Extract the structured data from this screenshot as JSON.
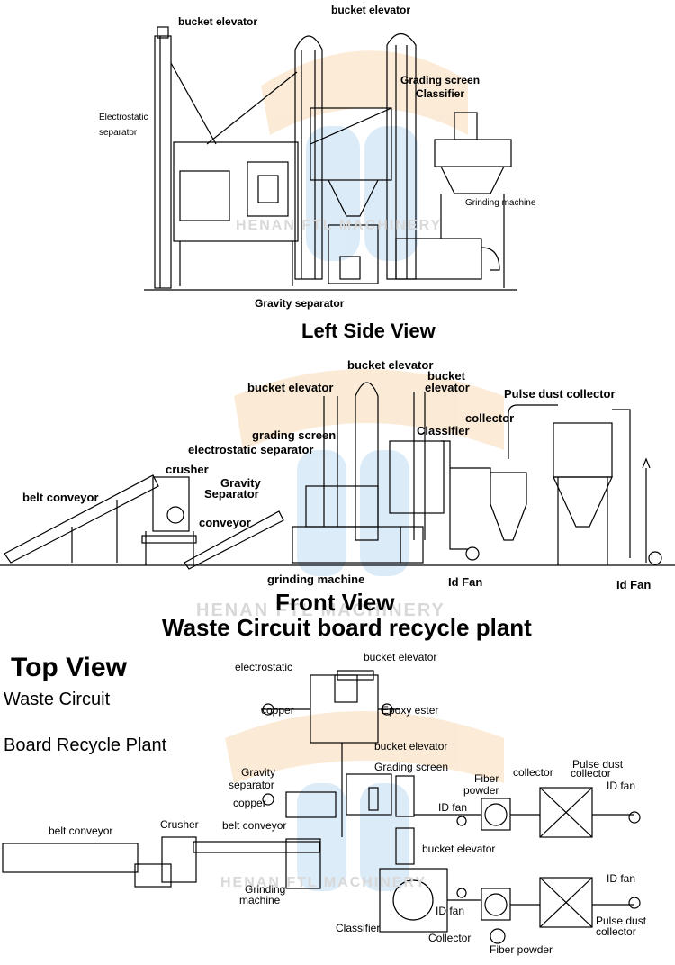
{
  "watermark": "HENAN FTL MACHINERY",
  "left_side_view": {
    "title": "Left Side View",
    "labels": {
      "bucket_elevator_1": "bucket elevator",
      "bucket_elevator_2": "bucket elevator",
      "electrostatic_1": "Electrostatic",
      "electrostatic_2": "separator",
      "grading_screen": "Grading screen",
      "classifier": "Classifier",
      "grinding_machine": "Grinding machine",
      "gravity_separator": "Gravity separator"
    }
  },
  "front_view": {
    "title": "Front View",
    "subtitle": "Waste Circuit board recycle plant",
    "labels": {
      "bucket_elevator_top": "bucket elevator",
      "bucket_elevator_left": "bucket elevator",
      "bucket_elevator_right_1": "bucket",
      "bucket_elevator_right_2": "elevator",
      "pulse_dust_collector": "Pulse dust collector",
      "collector": "collector",
      "classifier": "Classifier",
      "grading_screen": "grading screen",
      "electrostatic_separator": "electrostatic separator",
      "crusher": "crusher",
      "gravity_1": "Gravity",
      "gravity_2": "Separator",
      "belt_conveyor": "belt conveyor",
      "conveyor": "conveyor",
      "grinding_machine": "grinding machine",
      "id_fan_1": "Id Fan",
      "id_fan_2": "Id Fan"
    }
  },
  "top_view": {
    "title": "Top View",
    "subtitle_1": "Waste Circuit",
    "subtitle_2": "Board Recycle Plant",
    "labels": {
      "electrostatic": "electrostatic",
      "bucket_elevator_1": "bucket elevator",
      "copper_1": "copper",
      "epoxy_ester": "Epoxy ester",
      "bucket_elevator_2": "bucket elevator",
      "grading_screen": "Grading screen",
      "gravity_1": "Gravity",
      "gravity_2": "separator",
      "copper_2": "copper",
      "fiber_powder_1a": "Fiber",
      "fiber_powder_1b": "powder",
      "collector_1": "collector",
      "pulse_dust_1a": "Pulse dust",
      "pulse_dust_1b": "collector",
      "id_fan_1": "ID fan",
      "id_fan_2": "ID fan",
      "belt_conveyor_1": "belt conveyor",
      "crusher": "Crusher",
      "belt_conveyor_2": "belt conveyor",
      "bucket_elevator_3": "bucket elevator",
      "grinding_1": "Grinding",
      "grinding_2": "machine",
      "id_fan_3": "ID fan",
      "id_fan_4": "ID fan",
      "pulse_dust_2a": "Pulse dust",
      "pulse_dust_2b": "collector",
      "classifier": "Classifier",
      "collector_2": "Collector",
      "fiber_powder_2": "Fiber powder"
    }
  }
}
